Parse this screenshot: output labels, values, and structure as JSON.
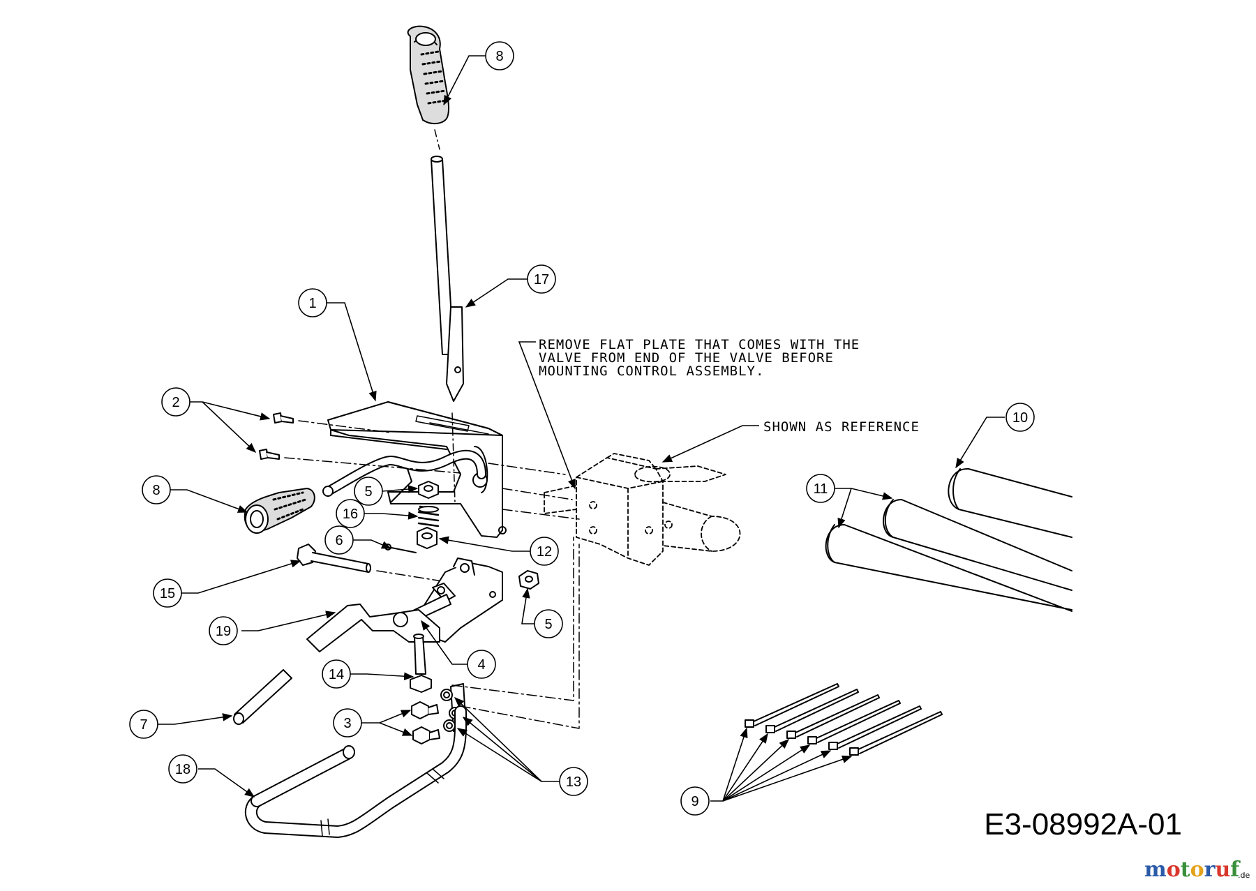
{
  "diagram": {
    "drawing_id": "E3-08992A-01",
    "notes": {
      "remove_plate": [
        "REMOVE FLAT PLATE THAT COMES WITH THE",
        "VALVE FROM END OF THE VALVE BEFORE",
        "MOUNTING CONTROL ASSEMBLY."
      ],
      "reference": "SHOWN AS REFERENCE"
    },
    "callouts": [
      "8",
      "17",
      "1",
      "2",
      "8",
      "5",
      "16",
      "6",
      "12",
      "15",
      "19",
      "5",
      "4",
      "14",
      "7",
      "3",
      "13",
      "18",
      "10",
      "11",
      "9"
    ],
    "watermark": {
      "brand": "motoruf",
      "suffix": ".de",
      "colors": [
        "#2a5aa8",
        "#d9362b",
        "#3a8f3a",
        "#e3a21a"
      ]
    }
  }
}
